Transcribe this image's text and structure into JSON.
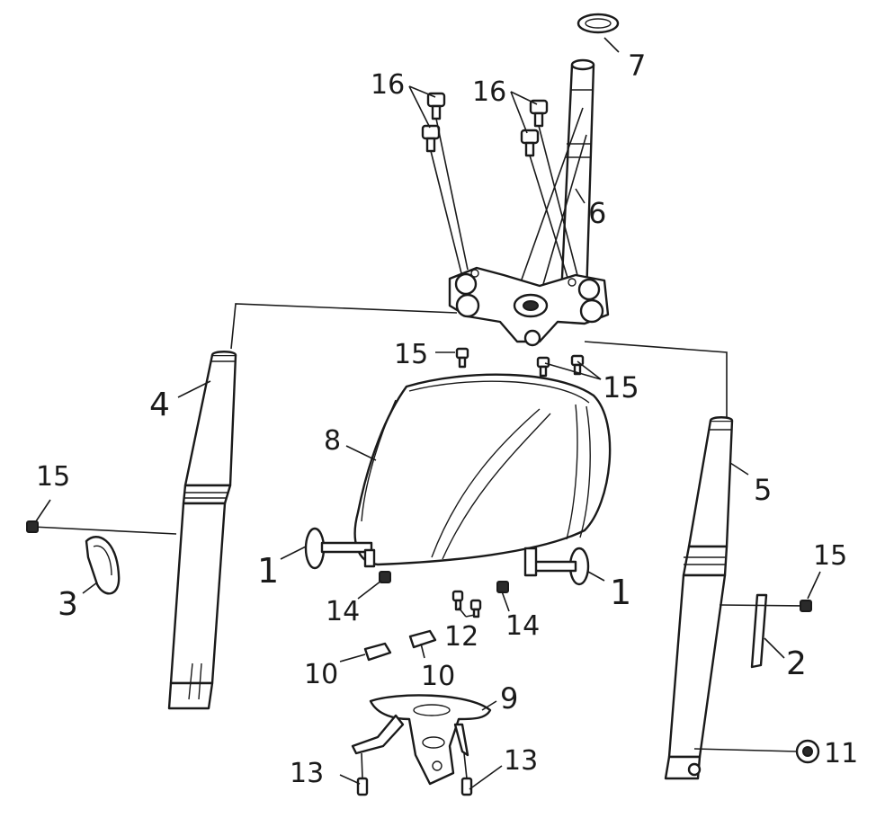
{
  "labels": {
    "l1a": "1",
    "l1b": "1",
    "l2": "2",
    "l3": "3",
    "l4": "4",
    "l5": "5",
    "l6": "6",
    "l7": "7",
    "l8": "8",
    "l9": "9",
    "l10a": "10",
    "l10b": "10",
    "l11": "11",
    "l12": "12",
    "l13a": "13",
    "l13b": "13",
    "l14a": "14",
    "l14b": "14",
    "l15a": "15",
    "l15b": "15",
    "l15c": "15",
    "l15d": "15",
    "l16a": "16",
    "l16b": "16"
  },
  "colors": {
    "line": "#1a1a1a",
    "background": "#ffffff"
  }
}
